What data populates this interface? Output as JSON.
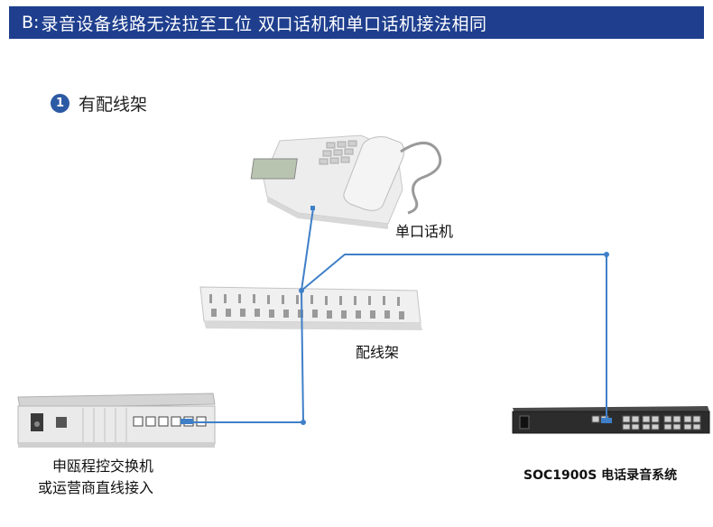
{
  "banner": {
    "prefix": "B:",
    "text": "录音设备线路无法拉至工位  双口话机和单口话机接法相同"
  },
  "section": {
    "number": "1",
    "label": "有配线架"
  },
  "labels": {
    "phone": "单口话机",
    "frame": "配线架",
    "pbx_line1": "申瓯程控交换机",
    "pbx_line2": "或运营商直线接入",
    "recorder": "SOC1900S 电话录音系统"
  },
  "colors": {
    "banner": "#1f3f8e",
    "bullet": "#2d5aa4",
    "wire": "#3f7fc8"
  }
}
